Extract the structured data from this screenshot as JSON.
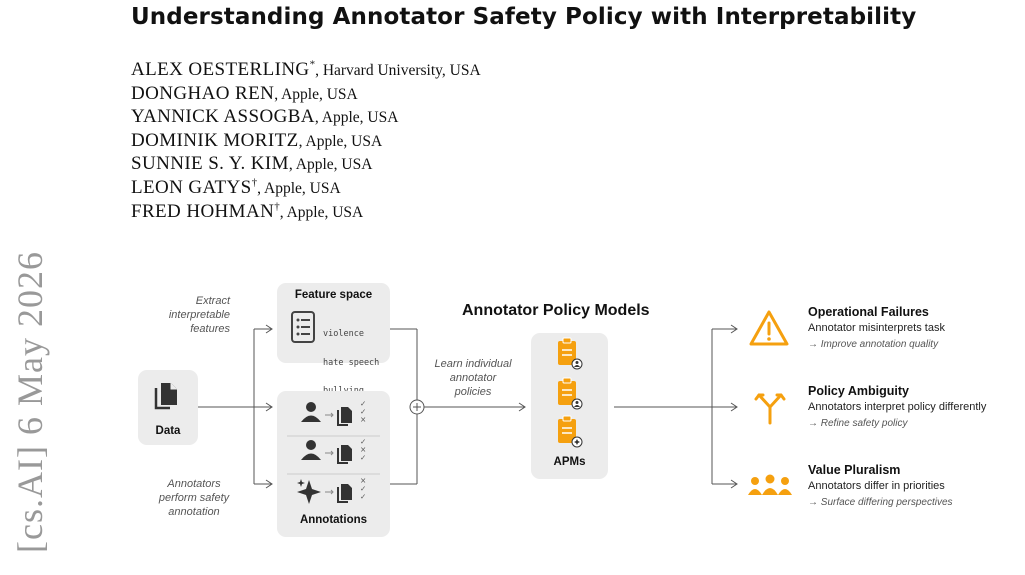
{
  "paper": {
    "title": "Understanding Annotator Safety Policy with Interpretability",
    "authors": [
      {
        "name": "ALEX OESTERLING",
        "mark": "*",
        "affiliation": ", Harvard University, USA"
      },
      {
        "name": "DONGHAO REN",
        "mark": "",
        "affiliation": ", Apple, USA"
      },
      {
        "name": "YANNICK ASSOGBA",
        "mark": "",
        "affiliation": ", Apple, USA"
      },
      {
        "name": "DOMINIK MORITZ",
        "mark": "",
        "affiliation": ", Apple, USA"
      },
      {
        "name": "SUNNIE S. Y. KIM",
        "mark": "",
        "affiliation": ", Apple, USA"
      },
      {
        "name": "LEON GATYS",
        "mark": "†",
        "affiliation": ", Apple, USA"
      },
      {
        "name": "FRED HOHMAN",
        "mark": "†",
        "affiliation": ", Apple, USA"
      }
    ],
    "arxiv_stamp": "[cs.AI]  6 May 2026"
  },
  "figure": {
    "data_label": "Data",
    "extract_label": [
      "Extract",
      "interpretable",
      "features"
    ],
    "annotate_label": [
      "Annotators",
      "perform safety",
      "annotation"
    ],
    "feature_space": {
      "title": "Feature space",
      "features": [
        "violence",
        "hate speech",
        "bullying",
        "..."
      ]
    },
    "annotations": {
      "title": "Annotations",
      "rows": [
        [
          "✓",
          "✓",
          "×"
        ],
        [
          "✓",
          "×",
          "✓"
        ],
        [
          "×",
          "✓",
          "✓"
        ]
      ]
    },
    "learn_label": [
      "Learn individual",
      "annotator",
      "policies"
    ],
    "apm_title": "Annotator Policy Models",
    "apm_label": "APMs",
    "outcomes": [
      {
        "title": "Operational Failures",
        "desc": "Annotator misinterprets task",
        "action": "→ Improve annotation quality",
        "icon": "warning-icon"
      },
      {
        "title": "Policy Ambiguity",
        "desc": "Annotators interpret policy differently",
        "action": "→ Refine safety policy",
        "icon": "fork-icon"
      },
      {
        "title": "Value Pluralism",
        "desc": "Annotators differ in priorities",
        "action": "→ Surface differing perspectives",
        "icon": "people-icon"
      }
    ],
    "accent_color": "#f5a00f"
  }
}
